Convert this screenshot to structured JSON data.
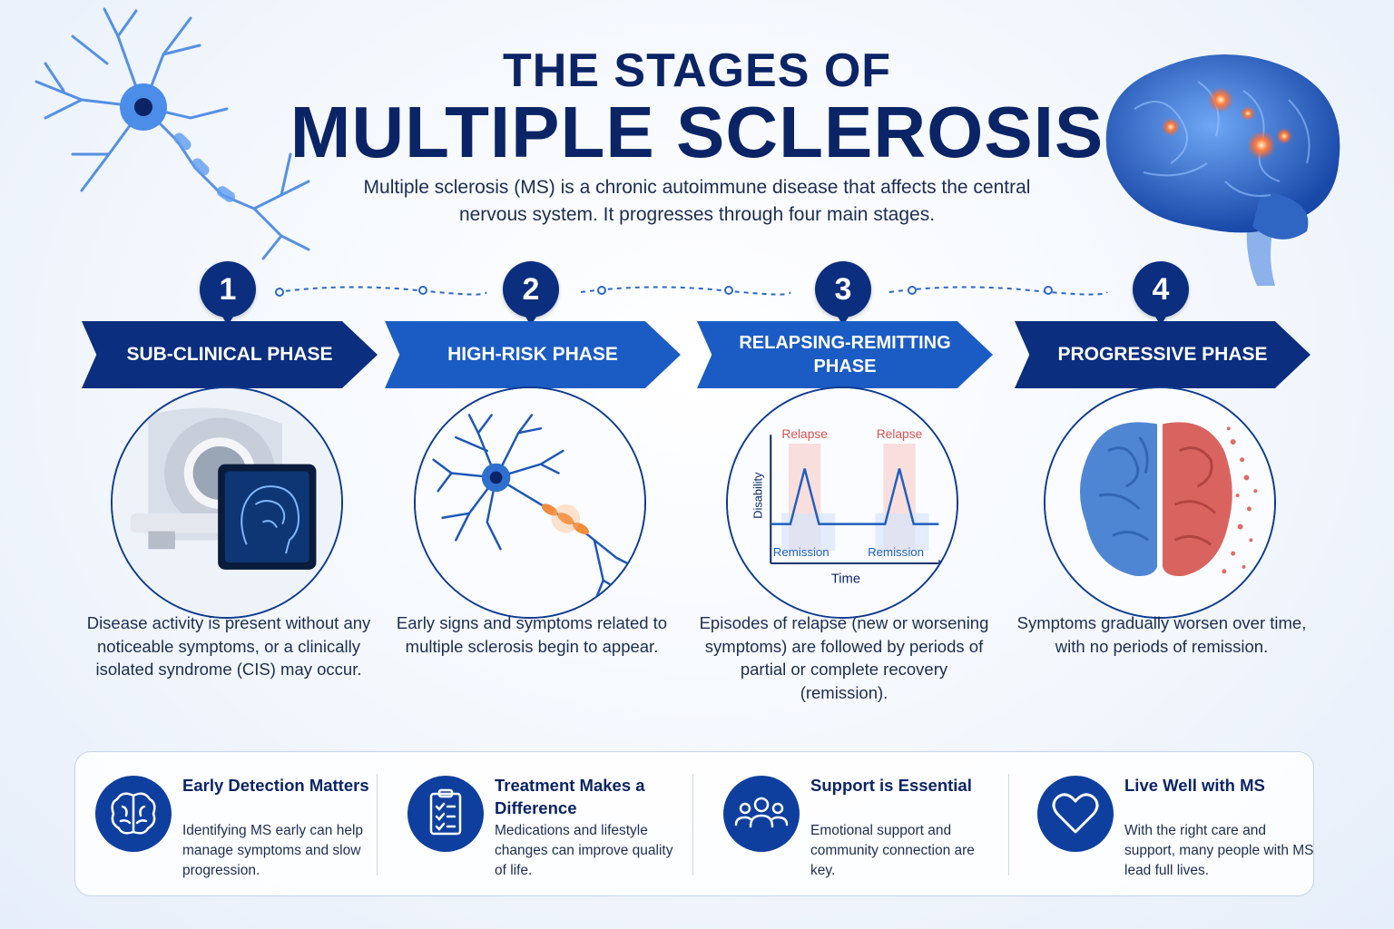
{
  "header": {
    "title_top": "THE STAGES OF",
    "title_main": "MULTIPLE SCLEROSIS",
    "subtitle": "Multiple sclerosis (MS) is a chronic autoimmune disease that affects the central nervous system. It progresses through four main stages."
  },
  "stages": [
    {
      "number": "1",
      "name": "SUB-CLINICAL PHASE",
      "illustration_icon": "mri-scanner-icon",
      "description": "Disease activity is present without any noticeable symptoms, or a clinically isolated syndrome (CIS) may occur."
    },
    {
      "number": "2",
      "name": "HIGH-RISK PHASE",
      "illustration_icon": "neuron-icon",
      "description": "Early signs and symptoms related to multiple sclerosis begin to appear."
    },
    {
      "number": "3",
      "name": "RELAPSING-REMITTING PHASE",
      "illustration_icon": "relapse-chart-icon",
      "description": "Episodes of relapse (new or worsening symptoms) are followed by periods of partial or complete recovery (remission).",
      "chart": {
        "ylabel": "Disability",
        "xlabel": "Time",
        "peak_label_1": "Relapse",
        "peak_label_2": "Relapse",
        "trough_label_1": "Remission",
        "trough_label_2": "Remission"
      }
    },
    {
      "number": "4",
      "name": "PROGRESSIVE PHASE",
      "illustration_icon": "damaged-brain-icon",
      "description": "Symptoms gradually worsen over time, with no periods of remission."
    }
  ],
  "tips": [
    {
      "icon": "brain-icon",
      "title": "Early Detection Matters",
      "text": "Identifying MS early can help manage symptoms and slow progression."
    },
    {
      "icon": "clipboard-checklist-icon",
      "title": "Treatment Makes a Difference",
      "text": "Medications and lifestyle changes can improve quality of life."
    },
    {
      "icon": "people-group-icon",
      "title": "Support is Essential",
      "text": "Emotional support and community connection are key."
    },
    {
      "icon": "heart-icon",
      "title": "Live Well with MS",
      "text": "With the right care and support, many people with MS lead full lives."
    }
  ],
  "colors": {
    "navy": "#0b2466",
    "banner_dark": "#0b2e7f",
    "banner_light": "#1b5cc4",
    "relapse_red": "#d9534f",
    "remission_blue": "#1f5fbf"
  }
}
